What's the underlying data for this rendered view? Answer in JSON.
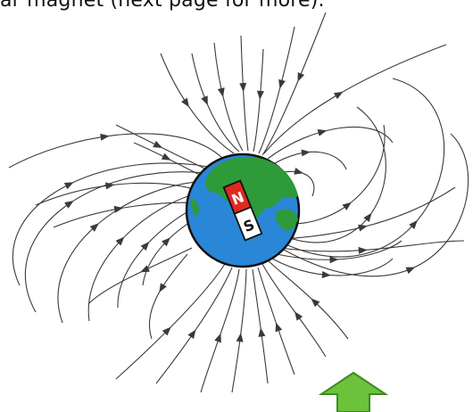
{
  "caption": "ar magnet (next page for more).",
  "diagram": {
    "magnet": {
      "north_label": "N",
      "south_label": "S"
    },
    "colors": {
      "ocean": "#2a86d6",
      "land": "#2f9a3a",
      "outline": "#111111",
      "field_line": "#3a3a3a",
      "magnet_north": "#e0281f",
      "magnet_south": "#ffffff",
      "arrow": "#6cc23a",
      "arrow_outline": "#3f8a20"
    }
  }
}
